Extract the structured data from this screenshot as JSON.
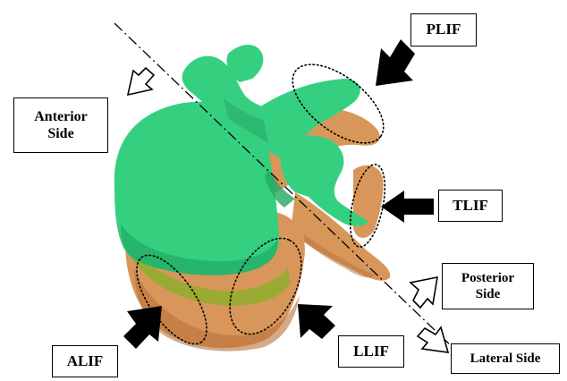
{
  "labels": {
    "plif": "PLIF",
    "tlif": "TLIF",
    "alif": "ALIF",
    "llif": "LLIF",
    "anterior_line1": "Anterior",
    "anterior_line2": "Side",
    "posterior_line1": "Posterior",
    "posterior_line2": "Side",
    "lateral": "Lateral Side"
  },
  "colors": {
    "vertebra_green": "#35d07f",
    "vertebra_green_dark": "#22a862",
    "bone_orange": "#d9965a",
    "bone_orange_dark": "#b9723a",
    "disc_band": "#8fae2c",
    "arrow": "#000000"
  },
  "icons": {
    "approach_arrows": "filled-arrow-icon",
    "direction_arrows": "hollow-arrow-icon",
    "axis_line": "dash-dot-line"
  }
}
